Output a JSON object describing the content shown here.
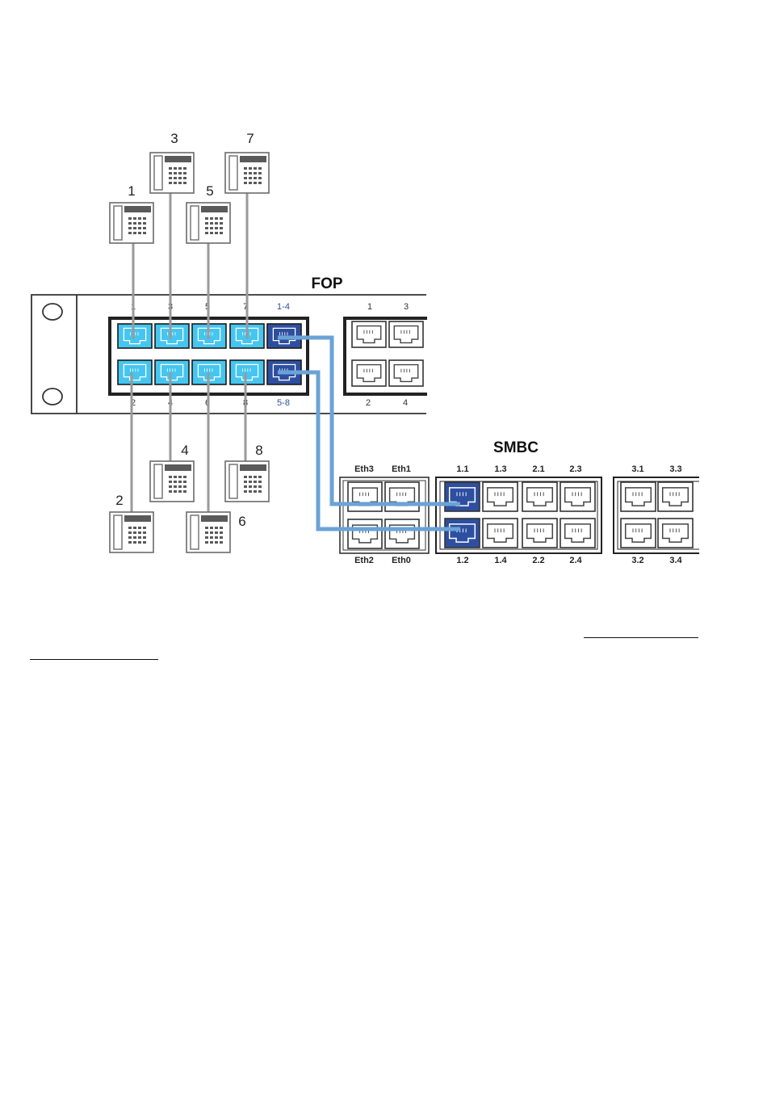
{
  "fop": {
    "title": "FOP",
    "top_labels": [
      "1",
      "3",
      "5",
      "7",
      "1-4"
    ],
    "bottom_labels": [
      "2",
      "4",
      "6",
      "8",
      "5-8"
    ],
    "side_top_labels": [
      "1",
      "3"
    ],
    "side_bottom_labels": [
      "2",
      "4"
    ],
    "port_color": "#45c6f0",
    "trunk_port_color": "#2e4fa0"
  },
  "smbc": {
    "title": "SMBC",
    "eth_top_labels": [
      "Eth3",
      "Eth1"
    ],
    "eth_bottom_labels": [
      "Eth2",
      "Eth0"
    ],
    "main_top_labels": [
      "1.1",
      "1.3",
      "2.1",
      "2.3"
    ],
    "main_bottom_labels": [
      "1.2",
      "1.4",
      "2.2",
      "2.4"
    ],
    "ext_top_labels": [
      "3.1",
      "3.3"
    ],
    "ext_bottom_labels": [
      "3.2",
      "3.4"
    ],
    "port_color": "#2e4fa0"
  },
  "phones": {
    "top": [
      "3",
      "7",
      "1",
      "5"
    ],
    "bottom": [
      "4",
      "8",
      "2",
      "6"
    ],
    "icon": "desk-phone-icon"
  },
  "colors": {
    "cable_blue": "#6aa3d6",
    "phone_wire": "#9a9a9a"
  }
}
